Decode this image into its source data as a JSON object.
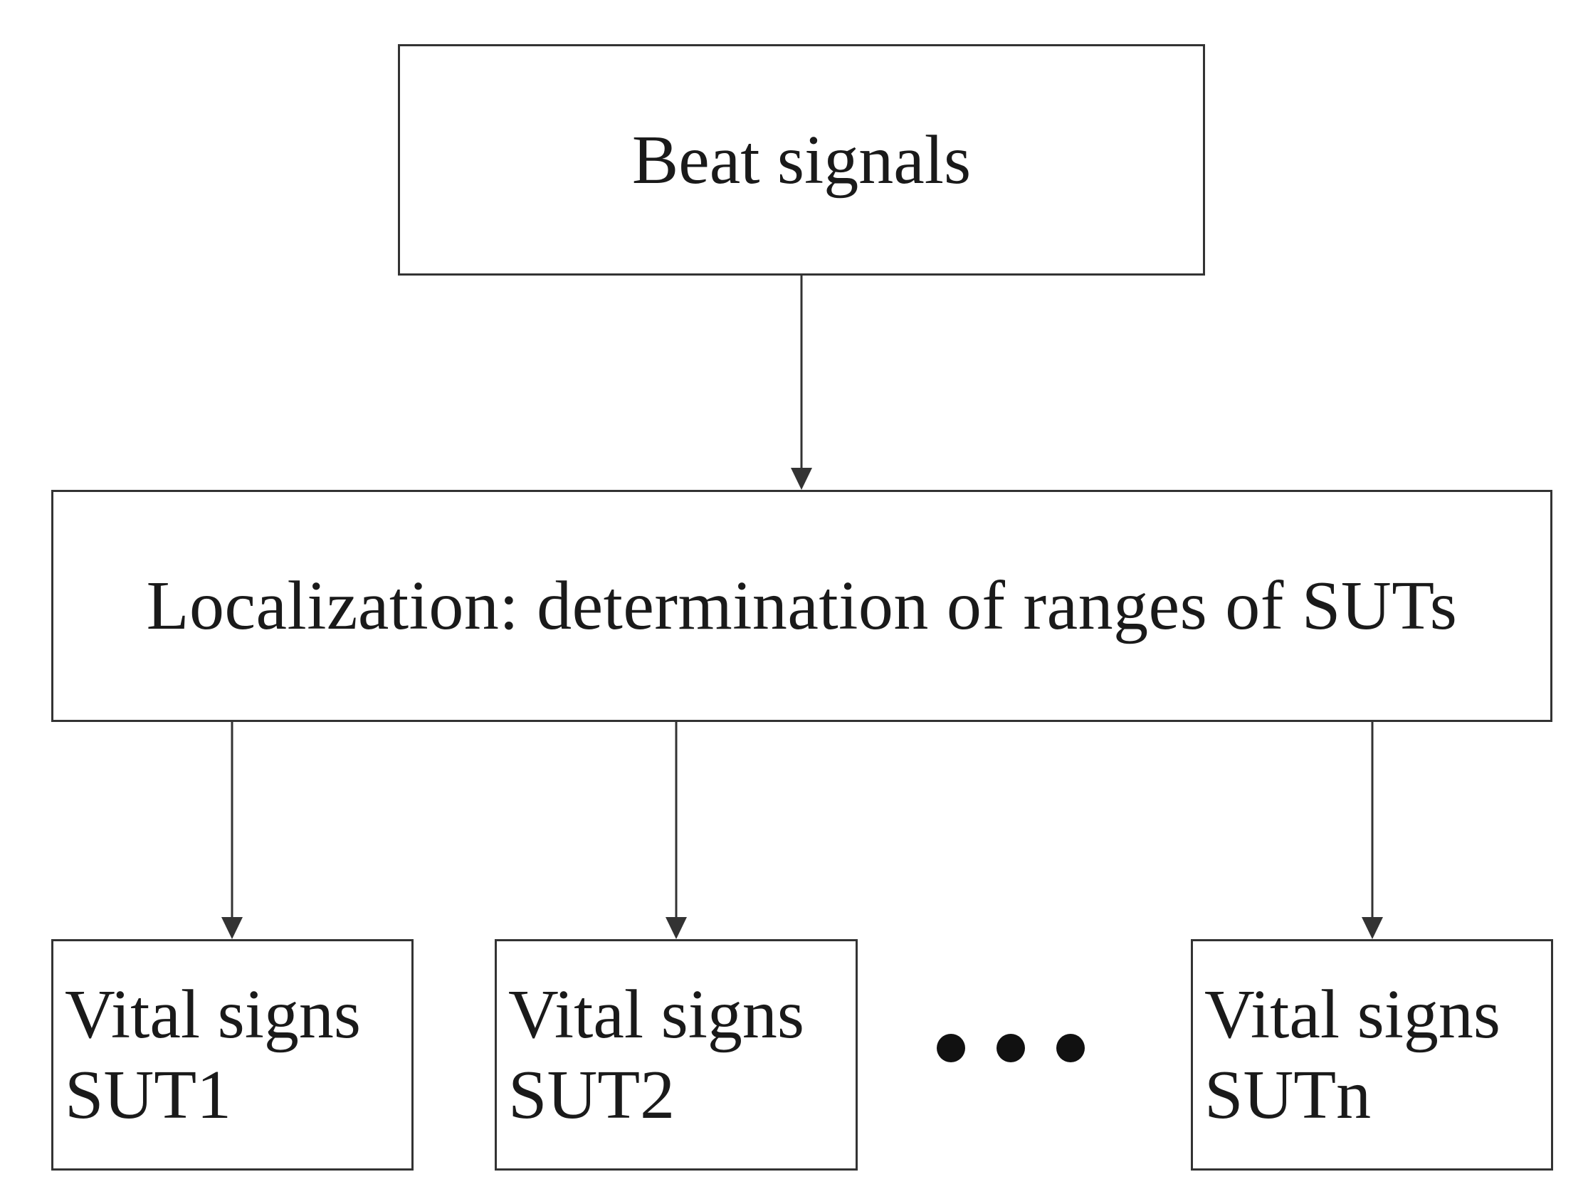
{
  "diagram": {
    "top_node": {
      "label": "Beat signals"
    },
    "middle_node": {
      "label": "Localization: determination of ranges of SUTs"
    },
    "leaf_nodes": [
      {
        "line1": "Vital signs",
        "line2": "SUT1"
      },
      {
        "line1": "Vital signs",
        "line2": "SUT2"
      },
      {
        "line1": "Vital signs",
        "line2": "SUTn"
      }
    ],
    "ellipsis": "•••",
    "colors": {
      "stroke": "#333333",
      "text": "#1a1a1a",
      "background": "#ffffff"
    }
  }
}
